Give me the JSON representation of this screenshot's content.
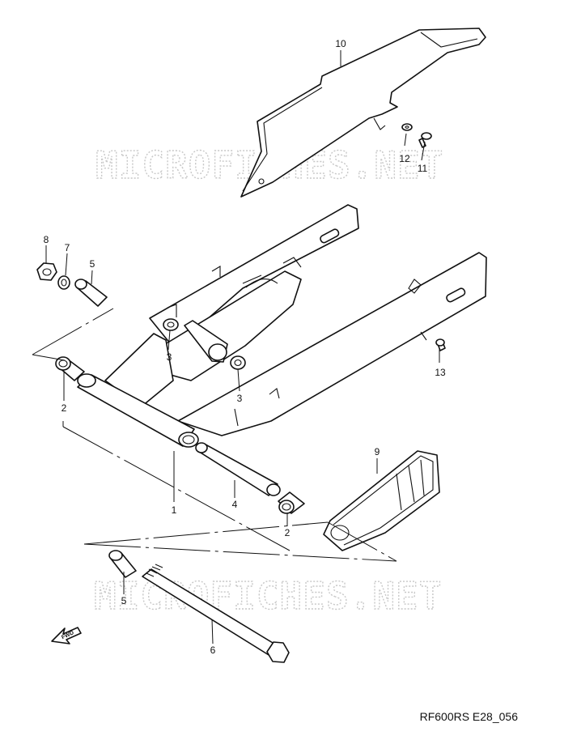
{
  "diagram": {
    "figure_code": "RF600RS E28_056",
    "watermark_text": "MICROFICHES.NET",
    "direction_label": "FWD",
    "callouts": [
      "1",
      "2",
      "2",
      "3",
      "3",
      "4",
      "5",
      "5",
      "6",
      "7",
      "8",
      "9",
      "10",
      "11",
      "12",
      "13"
    ],
    "colors": {
      "line": "#111111",
      "watermark": "#c8c8c8",
      "background": "#ffffff"
    }
  }
}
